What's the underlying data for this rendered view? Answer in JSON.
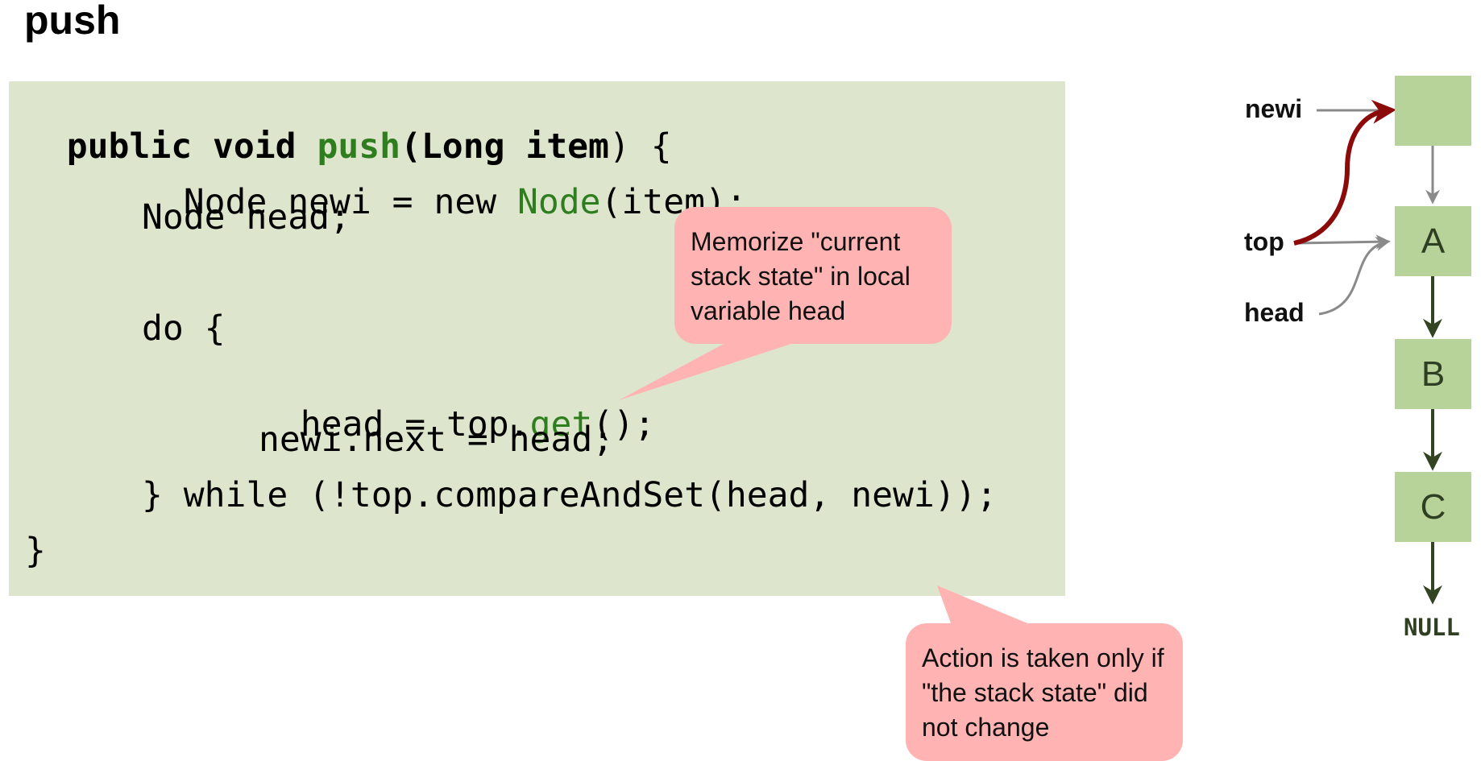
{
  "title": "push",
  "code": {
    "line1": {
      "kw1": "public",
      "kw2": "void",
      "fn": "push",
      "paren": "(",
      "kw3": "Long",
      "kw4": "item",
      "rest": ") {"
    },
    "line2": {
      "pre": "Node newi = new ",
      "fn": "Node",
      "post": "(item);"
    },
    "line3": {
      "text": "Node head;"
    },
    "line4": {
      "text": "do {"
    },
    "line5": {
      "pre": "head = top.",
      "fn": "get",
      "post": "();"
    },
    "line6": {
      "text": "newi.next = head;"
    },
    "line7": {
      "text": "} while (!top.compareAndSet(head, newi));"
    },
    "line8": {
      "text": "}"
    }
  },
  "callouts": {
    "memorize": "Memorize \"current stack state\" in local variable head",
    "action": "Action is taken only if \"the stack state\" did not change"
  },
  "diagram": {
    "labels": {
      "newi": "newi",
      "top": "top",
      "head": "head"
    },
    "nodes": {
      "new": "",
      "a": "A",
      "b": "B",
      "c": "C"
    },
    "null": "NULL"
  },
  "colors": {
    "code_bg": "#dde6cc",
    "keyword_green": "#2e7d1e",
    "callout_bg": "#ffb3b3",
    "node_bg": "#b8d399",
    "gray_arrow": "#8a8a8a",
    "dark_arrow": "#334422",
    "highlight_arrow": "#8b0a0a"
  }
}
